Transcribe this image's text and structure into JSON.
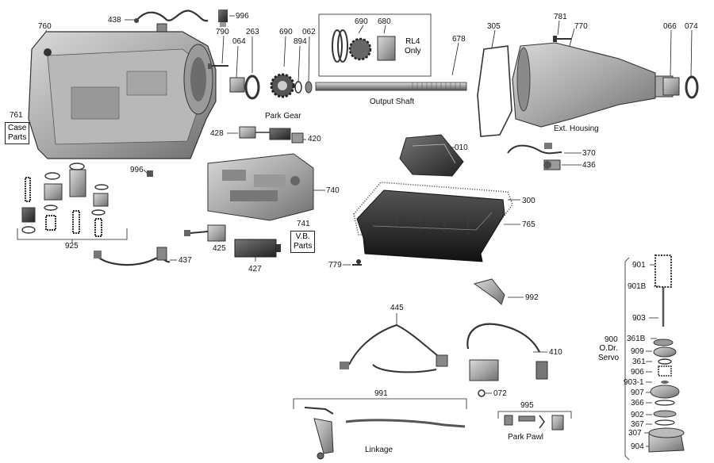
{
  "diagram": {
    "part_numbers": {
      "p438": "438",
      "p996a": "996",
      "p760": "760",
      "p790": "790",
      "p064": "064",
      "p263": "263",
      "p690a": "690",
      "p894": "894",
      "p062": "062",
      "p690b": "690",
      "p680": "680",
      "p678": "678",
      "p305": "305",
      "p781": "781",
      "p770": "770",
      "p066": "066",
      "p074": "074",
      "p761": "761",
      "p428": "428",
      "p420": "420",
      "p010": "010",
      "p370": "370",
      "p436": "436",
      "p996b": "996",
      "p740": "740",
      "p300": "300",
      "p765": "765",
      "p741": "741",
      "p925": "925",
      "p425": "425",
      "p437": "437",
      "p427": "427",
      "p779": "779",
      "p901": "901",
      "p901B": "901B",
      "p992": "992",
      "p445": "445",
      "p903": "903",
      "p361B": "361B",
      "p900": "900",
      "p909": "909",
      "p361": "361",
      "p410": "410",
      "p906": "906",
      "p903_1": "903-1",
      "p907": "907",
      "p991": "991",
      "p072": "072",
      "p366": "366",
      "p995": "995",
      "p902": "902",
      "p367": "367",
      "p307": "307",
      "p904": "904"
    },
    "captions": {
      "park_gear": "Park Gear",
      "output_shaft": "Output Shaft",
      "rl4_line1": "RL4",
      "rl4_line2": "Only",
      "ext_housing": "Ext. Housing",
      "case_line1": "Case",
      "case_line2": "Parts",
      "vb_line1": "V.B.",
      "vb_line2": "Parts",
      "od_line1": "O.Dr.",
      "od_line2": "Servo",
      "linkage": "Linkage",
      "park_pawl": "Park Pawl"
    }
  }
}
